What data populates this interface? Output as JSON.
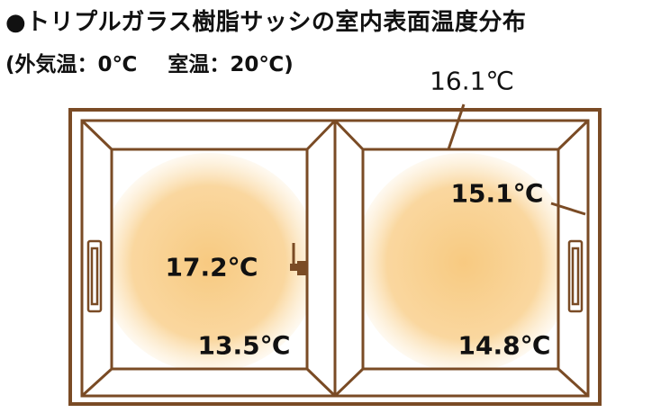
{
  "header": {
    "title": "●トリプルガラス樹脂サッシの室内表面温度分布",
    "subtitle_outdoor": "(外気温：0℃",
    "subtitle_indoor": "室温：20℃)"
  },
  "colors": {
    "frame": "#7a4b25",
    "frame_fill": "#ffffff",
    "glass_bg": "#ffffff",
    "warm_center": "#f7c77a",
    "warm_edge": "#fbe3b8",
    "handle_accent": "#7a4b25"
  },
  "measurements": {
    "frame_top_right": "16.1℃",
    "right_pane_upper": "15.1℃",
    "left_pane_center": "17.2℃",
    "left_pane_lower": "13.5℃",
    "right_pane_lower": "14.8℃"
  }
}
